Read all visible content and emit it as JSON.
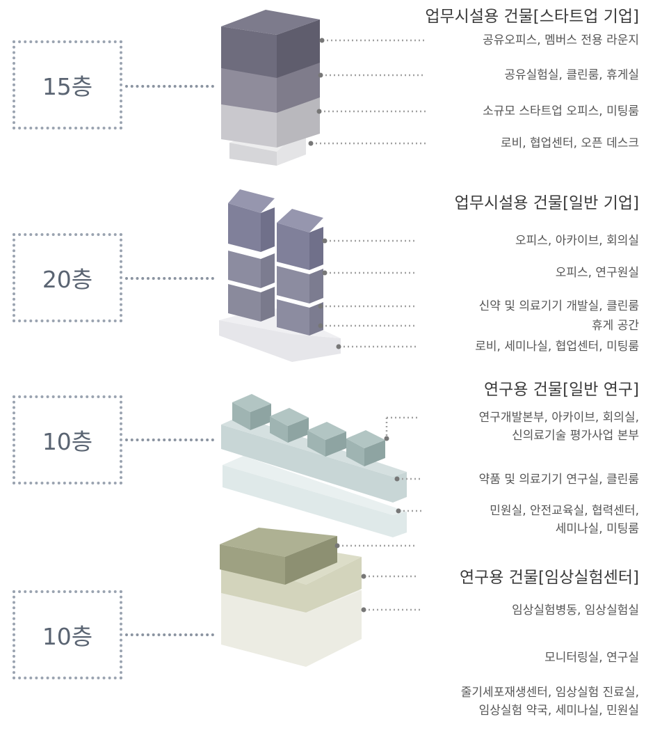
{
  "sections": [
    {
      "floors": "15층",
      "title": "업무시설용 건물[스타트업 기업]",
      "items": [
        {
          "lines": [
            "공유오피스, 멤버스 전용 라운지"
          ]
        },
        {
          "lines": [
            "공유실험실, 클린룸, 휴게실"
          ]
        },
        {
          "lines": [
            "소규모 스타트업 오피스, 미팅룸"
          ]
        },
        {
          "lines": [
            "로비, 협업센터, 오픈 데스크"
          ]
        }
      ]
    },
    {
      "floors": "20층",
      "title": "업무시설용 건물[일반 기업]",
      "items": [
        {
          "lines": [
            "오피스, 아카이브, 회의실"
          ]
        },
        {
          "lines": [
            "오피스, 연구원실"
          ]
        },
        {
          "lines": [
            "신약 및 의료기기 개발실, 클린룸"
          ]
        },
        {
          "lines": [
            "휴게 공간"
          ]
        },
        {
          "lines": [
            "로비, 세미나실, 협업센터, 미팅룸"
          ]
        }
      ]
    },
    {
      "floors": "10층",
      "title": "연구용 건물[일반 연구]",
      "items": [
        {
          "lines": [
            "연구개발본부, 아카이브, 회의실,",
            "신의료기술 평가사업 본부"
          ]
        },
        {
          "lines": [
            "약품 및 의료기기 연구실, 클린룸"
          ]
        },
        {
          "lines": [
            "민원실, 안전교육실, 협력센터,",
            "세미나실, 미팅룸"
          ]
        }
      ]
    },
    {
      "floors": "10층",
      "title": "연구용 건물[임상실험센터]",
      "items": [
        {
          "lines": [
            "임상실험병동, 임상실험실"
          ]
        },
        {
          "lines": [
            "모니터링실, 연구실"
          ]
        },
        {
          "lines": [
            "줄기세포재생센터, 임상실험 진료실,",
            "임상실험 약국, 세미나실, 민원실"
          ]
        }
      ]
    }
  ]
}
